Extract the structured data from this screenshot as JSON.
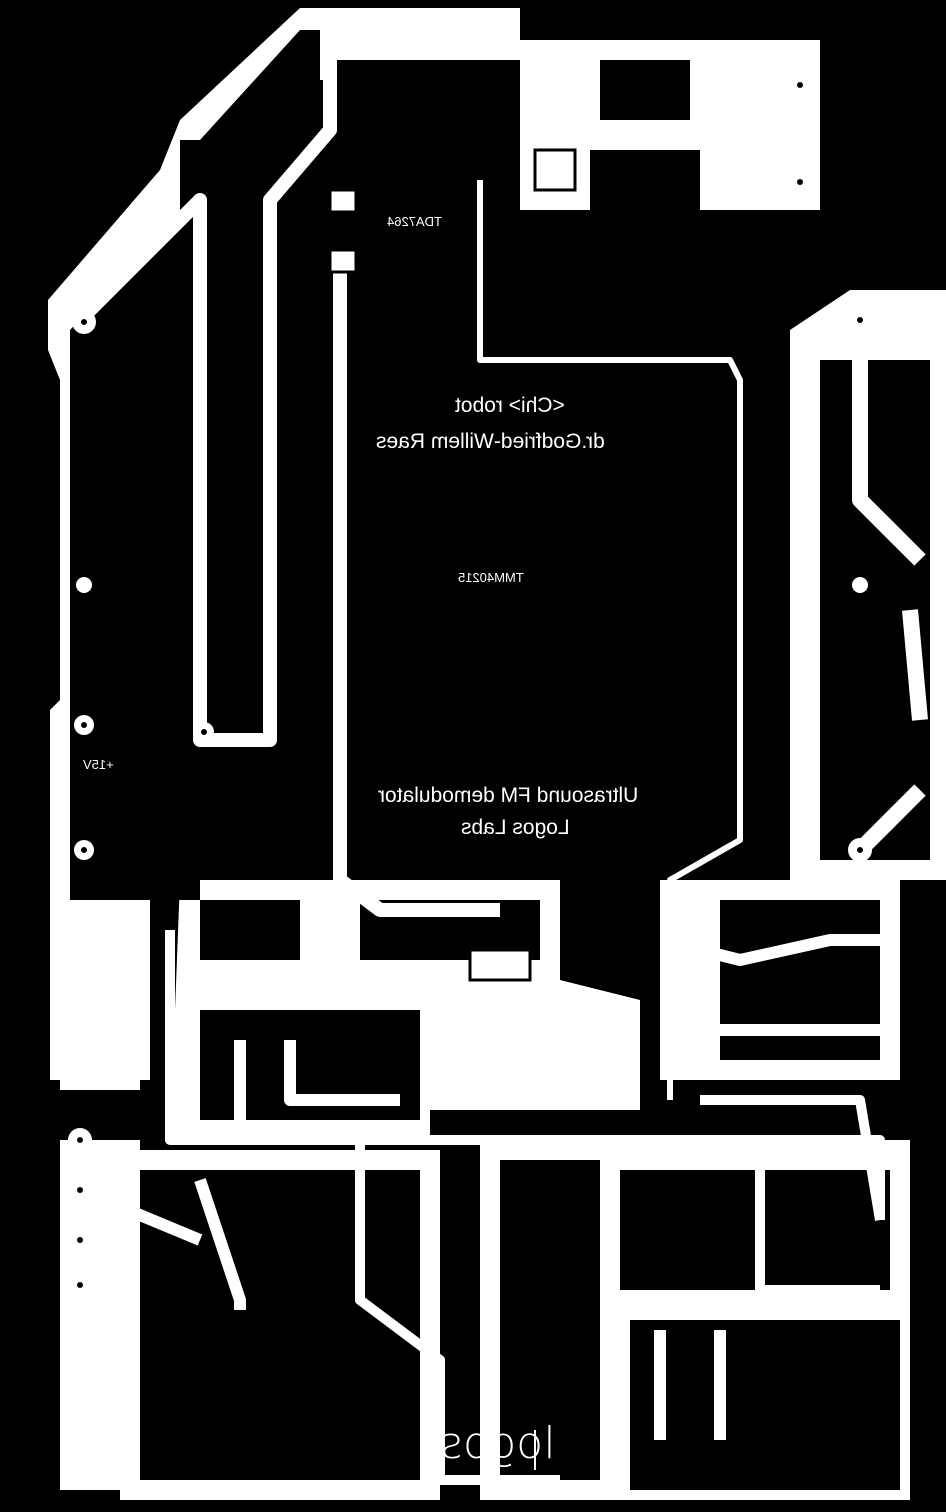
{
  "board": {
    "title_line1": "<Chi> robot",
    "title_line2": "dr.Godfried-Willem Raes",
    "part_code": "TMM40215",
    "chip_label": "TDA7264",
    "description": "Ultrasound FM demodulator",
    "lab": "Logos Labs",
    "power_label": "+15V",
    "logo_text": "logos",
    "colors": {
      "background": "#000000",
      "copper": "#ffffff"
    }
  }
}
